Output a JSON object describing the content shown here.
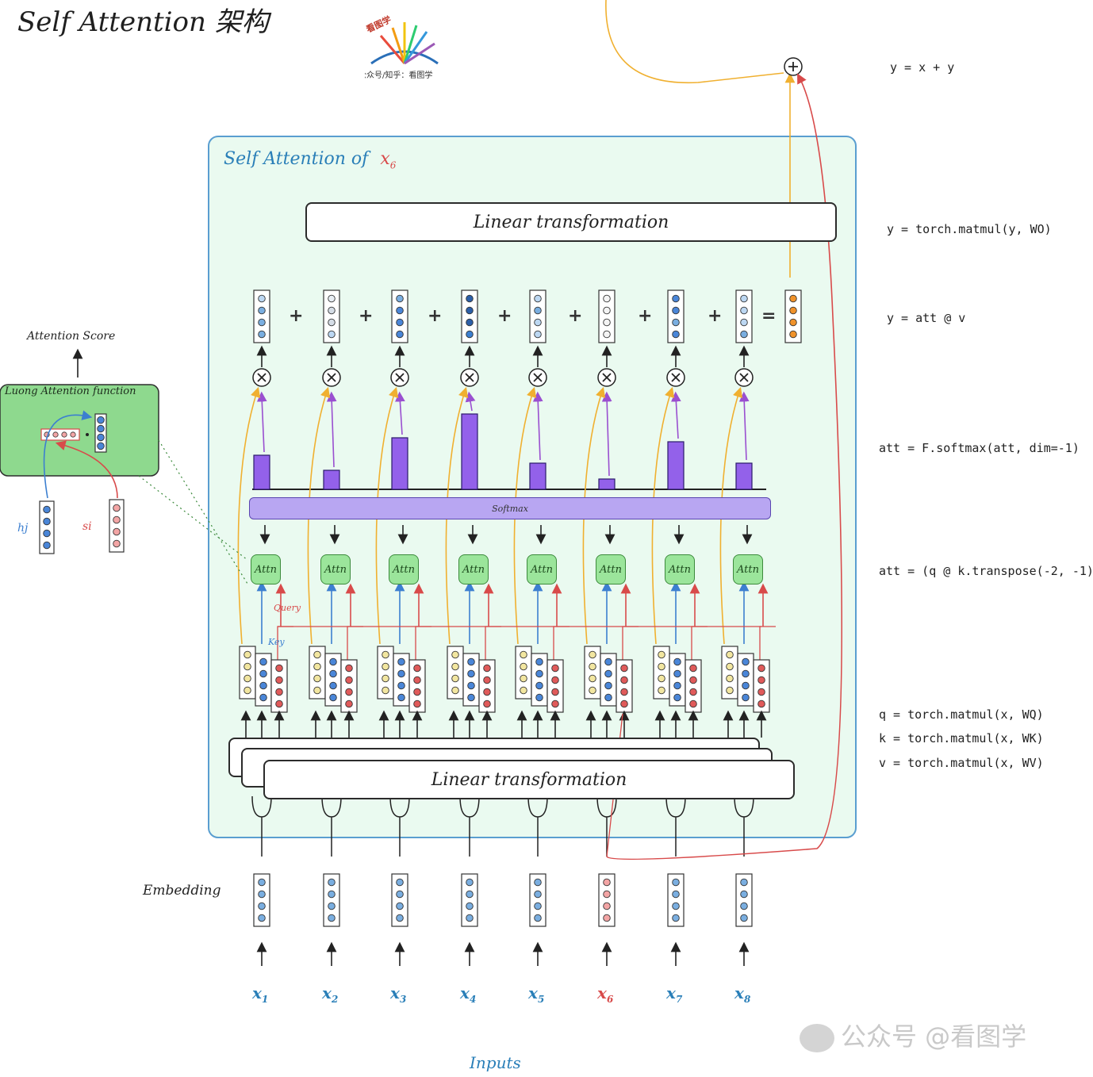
{
  "title": "Self Attention 架构",
  "logo_caption": "公众号/知乎：看图学",
  "logo_badge": "看图学",
  "inner_title": {
    "text": "Self Attention of",
    "var": "x",
    "sub": "6"
  },
  "top_linear_label": "Linear transformation",
  "bottom_linear_label": "Linear transformation",
  "softmax_label": "Softmax",
  "attn_label": "Attn",
  "query_label": "Query",
  "key_label": "Key",
  "embedding_label": "Embedding",
  "inputs_label": "Inputs",
  "attention_score_label": "Attention Score",
  "luong_label": "Luong Attention function",
  "hj_label": "hj",
  "si_label": "si",
  "inputs": [
    {
      "var": "x",
      "sub": "1",
      "highlight": false
    },
    {
      "var": "x",
      "sub": "2",
      "highlight": false
    },
    {
      "var": "x",
      "sub": "3",
      "highlight": false
    },
    {
      "var": "x",
      "sub": "4",
      "highlight": false
    },
    {
      "var": "x",
      "sub": "5",
      "highlight": false
    },
    {
      "var": "x",
      "sub": "6",
      "highlight": true
    },
    {
      "var": "x",
      "sub": "7",
      "highlight": false
    },
    {
      "var": "x",
      "sub": "8",
      "highlight": false
    }
  ],
  "operators": [
    "+",
    "+",
    "+",
    "+",
    "+",
    "+",
    "+",
    "="
  ],
  "code_lines": [
    "y = x + y",
    "y = torch.matmul(y, WO)",
    "y = att @ v",
    "att = F.softmax(att, dim=-1)",
    "att = (q @ k.transpose(-2, -1)",
    "q = torch.matmul(x, WQ)",
    "k = torch.matmul(x, WK)",
    "v = torch.matmul(x, WV)"
  ],
  "watermark": "公众号 @看图学",
  "chart_data": {
    "type": "bar",
    "categories": [
      "x1",
      "x2",
      "x3",
      "x4",
      "x5",
      "x6",
      "x7",
      "x8"
    ],
    "values": [
      0.43,
      0.24,
      0.65,
      0.95,
      0.33,
      0.13,
      0.6,
      0.33
    ]
  },
  "colors": {
    "panel_bg": "#eafaf0",
    "panel_border": "#5a9ed0",
    "query_yellow": "#f2e6a0",
    "key_blue": "#4a86d8",
    "value_red": "#e05a5a",
    "bar_purple": "#9361ea",
    "softmax_purple": "#b8a6f2",
    "attn_green": "#9be59b",
    "output_orange": "#f0922a",
    "arrow_yellow": "#f0b030",
    "arrow_purple": "#9a4fd0",
    "arrow_red": "#d84a4a",
    "arrow_blue": "#3c7fd0"
  },
  "icons": [
    "multiply-circle-icon",
    "plus-circle-icon",
    "arrow-up-icon",
    "wechat-icon"
  ]
}
